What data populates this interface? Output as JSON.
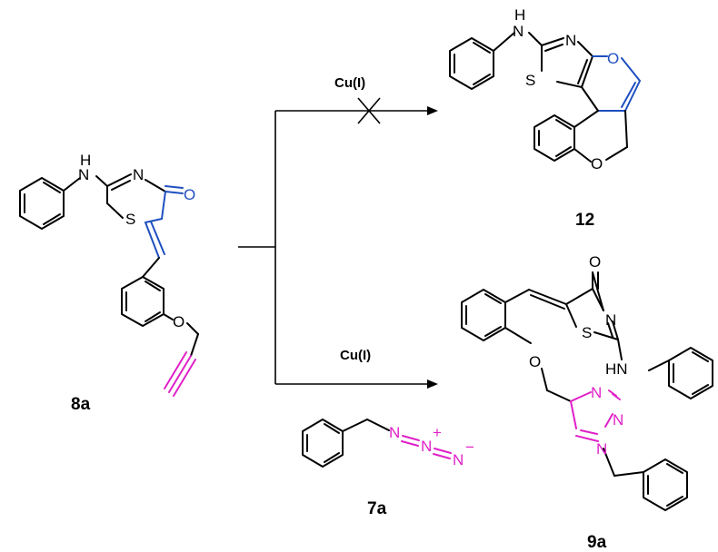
{
  "colors": {
    "bond": "#000000",
    "highlight_blue": "#1f4fc0",
    "highlight_magenta": "#e020c8"
  },
  "atoms": {
    "H": "H",
    "N": "N",
    "S": "S",
    "O": "O",
    "HN": "HN",
    "plus": "+",
    "minus": "−"
  },
  "compounds": {
    "c8a": "8a",
    "c12": "12",
    "c9a": "9a",
    "c7a": "7a"
  },
  "conditions": {
    "top": "Cu(I)",
    "bottom": "Cu(I)"
  }
}
